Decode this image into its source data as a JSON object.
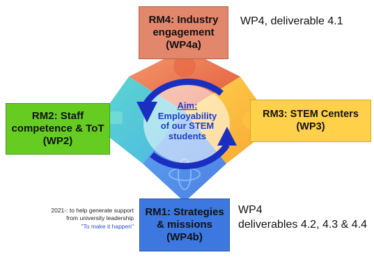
{
  "boxes": {
    "rm4": {
      "line1": "RM4: Industry",
      "line2": "engagement",
      "line3": "(WP4a)"
    },
    "rm2": {
      "line1": "RM2: Staff",
      "line2": "competence & ToT",
      "line3": "(WP2)"
    },
    "rm3": {
      "line1": "RM3: STEM Centers",
      "line2": "(WP3)"
    },
    "rm1": {
      "line1": "RM1: Strategies",
      "line2": "& missions",
      "line3": "(WP4b)"
    }
  },
  "center": {
    "title": "Aim:",
    "line1": "Employability",
    "line2": "of our STEM",
    "line3": "students"
  },
  "annotations": {
    "top_right": "WP4, deliverable 4.1",
    "bottom_right_1": "WP4",
    "bottom_right_2": "deliverables 4.2, 4.3 & 4.4",
    "left_note_1": "2021-: to help generate support",
    "left_note_2": "from university leadership",
    "left_note_3": "\"To make it happen\""
  },
  "colors": {
    "rm4": "#e2866c",
    "rm2": "#66cc22",
    "rm3": "#ffd04a",
    "rm1": "#3c78e0",
    "arrows": "#1a2fc0",
    "aim_text": "#1f3ec8"
  }
}
